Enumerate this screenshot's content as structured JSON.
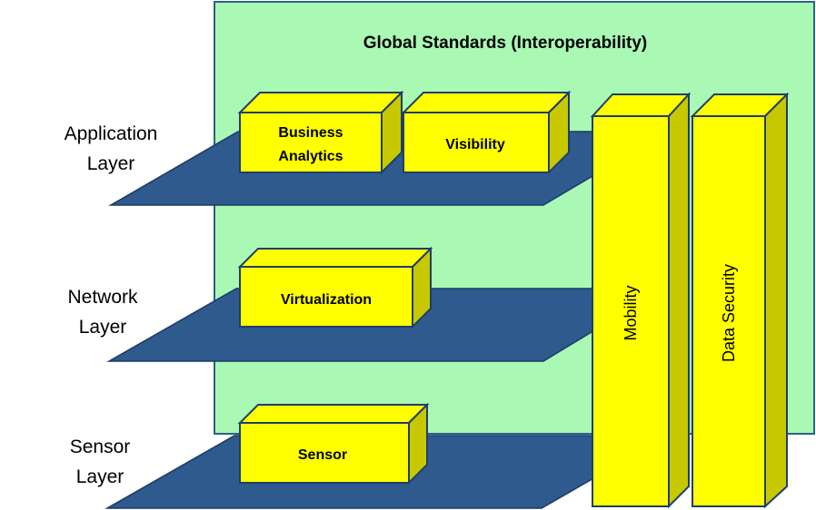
{
  "title": "Global Standards (Interoperability)",
  "layers": {
    "application": {
      "line1": "Application",
      "line2": "Layer",
      "boxes": [
        "Business",
        "Analytics",
        "Visibility"
      ]
    },
    "network": {
      "line1": "Network",
      "line2": "Layer",
      "box": "Virtualization"
    },
    "sensor": {
      "line1": "Sensor",
      "line2": "Layer",
      "box": "Sensor"
    }
  },
  "pillars": [
    "Mobility",
    "Data Security"
  ],
  "colors": {
    "standards_panel": "#a9f9b5",
    "panel_border": "#2e5f8a",
    "layer_plate": "#2e5a8e",
    "box_face": "#ffff00",
    "box_side": "#c8c800",
    "box_border": "#1f3f6a"
  }
}
